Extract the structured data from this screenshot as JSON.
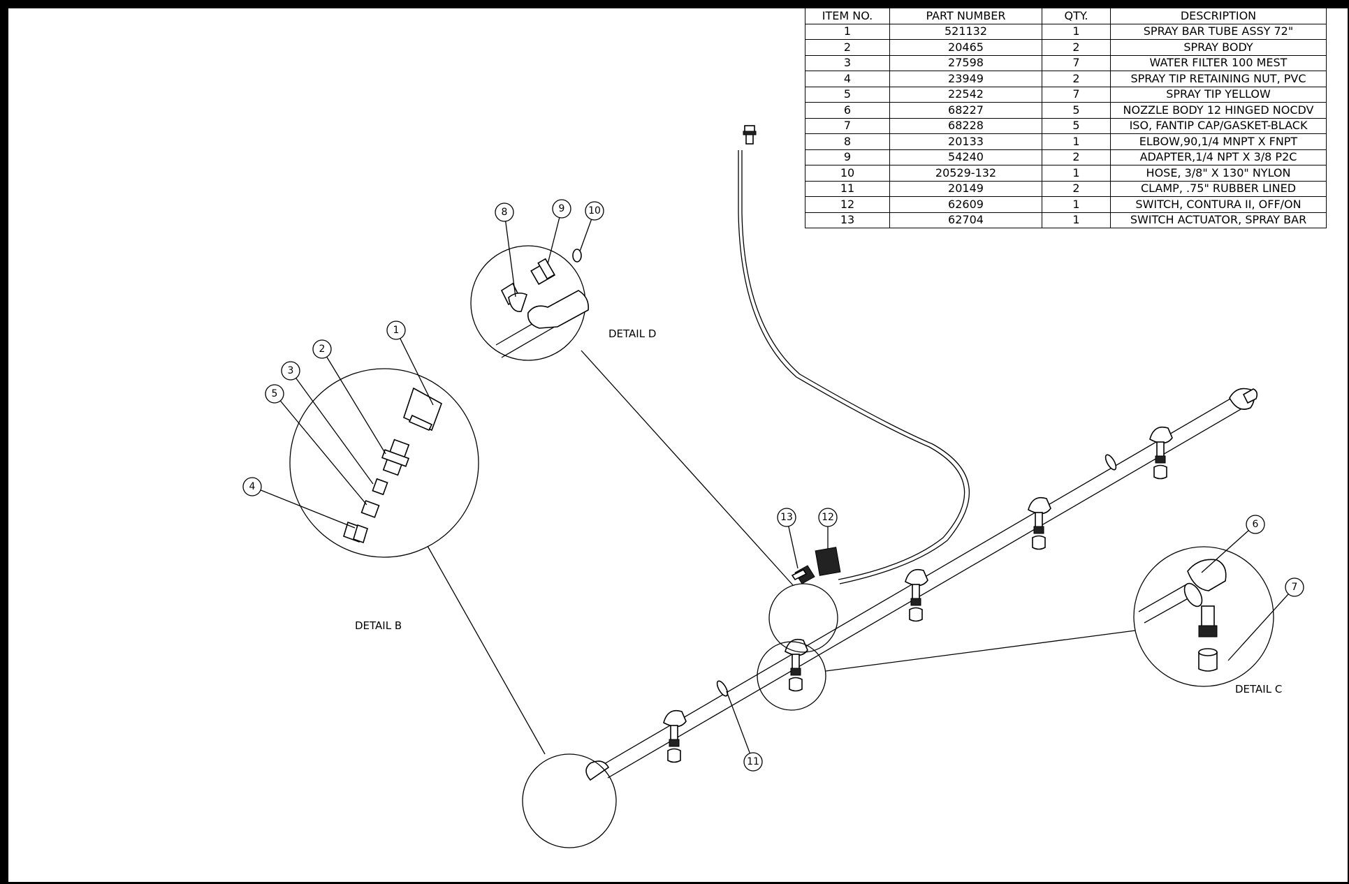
{
  "bom": {
    "headers": [
      "ITEM NO.",
      "PART NUMBER",
      "QTY.",
      "DESCRIPTION"
    ],
    "rows": [
      [
        "1",
        "521132",
        "1",
        "SPRAY BAR TUBE ASSY 72\""
      ],
      [
        "2",
        "20465",
        "2",
        "SPRAY BODY"
      ],
      [
        "3",
        "27598",
        "7",
        "WATER FILTER 100 MEST"
      ],
      [
        "4",
        "23949",
        "2",
        "SPRAY TIP RETAINING NUT, PVC"
      ],
      [
        "5",
        "22542",
        "7",
        "SPRAY TIP YELLOW"
      ],
      [
        "6",
        "68227",
        "5",
        "NOZZLE BODY 12 HINGED NOCDV"
      ],
      [
        "7",
        "68228",
        "5",
        "ISO, FANTIP CAP/GASKET-BLACK"
      ],
      [
        "8",
        "20133",
        "1",
        "ELBOW,90,1/4 MNPT X FNPT"
      ],
      [
        "9",
        "54240",
        "2",
        "ADAPTER,1/4 NPT X 3/8 P2C"
      ],
      [
        "10",
        "20529-132",
        "1",
        "HOSE, 3/8\" X 130\" NYLON"
      ],
      [
        "11",
        "20149",
        "2",
        "CLAMP, .75\" RUBBER LINED"
      ],
      [
        "12",
        "62609",
        "1",
        "SWITCH, CONTURA II, OFF/ON"
      ],
      [
        "13",
        "62704",
        "1",
        "SWITCH ACTUATOR, SPRAY BAR"
      ]
    ]
  },
  "details": {
    "b": "DETAIL B",
    "c": "DETAIL C",
    "d": "DETAIL D"
  },
  "balloons": [
    "1",
    "2",
    "3",
    "4",
    "5",
    "6",
    "7",
    "8",
    "9",
    "10",
    "11",
    "12",
    "13"
  ]
}
